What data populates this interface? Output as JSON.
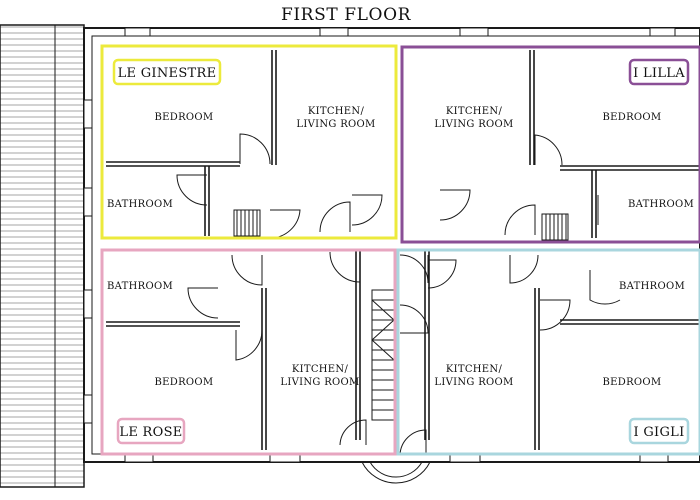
{
  "title": "FIRST FLOOR",
  "colors": {
    "wall": "#1a1a1a",
    "le_ginestre": "#ecea3c",
    "i_lilla": "#8a4f96",
    "le_rose": "#e7a6c0",
    "i_gigli": "#a9d6de"
  },
  "apartments": {
    "le_ginestre": {
      "name": "LE GINESTRE",
      "bedroom": "BEDROOM",
      "kitchen_line1": "KITCHEN/",
      "kitchen_line2": "LIVING ROOM",
      "bathroom": "BATHROOM"
    },
    "i_lilla": {
      "name": "I LILLA",
      "bedroom": "BEDROOM",
      "kitchen_line1": "KITCHEN/",
      "kitchen_line2": "LIVING ROOM",
      "bathroom": "BATHROOM"
    },
    "le_rose": {
      "name": "LE ROSE",
      "bedroom": "BEDROOM",
      "kitchen_line1": "KITCHEN/",
      "kitchen_line2": "LIVING ROOM",
      "bathroom": "BATHROOM"
    },
    "i_gigli": {
      "name": "I GIGLI",
      "bedroom": "BEDROOM",
      "kitchen_line1": "KITCHEN/",
      "kitchen_line2": "LIVING ROOM",
      "bathroom": "BATHROOM"
    }
  }
}
